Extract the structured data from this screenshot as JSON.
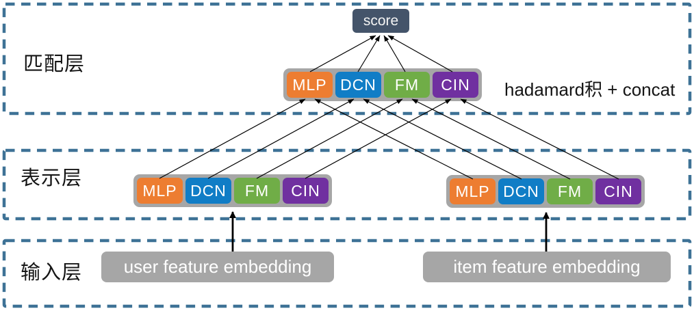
{
  "layers": {
    "matching": {
      "label": "匹配层"
    },
    "representation": {
      "label": "表示层"
    },
    "input": {
      "label": "输入层"
    }
  },
  "score": {
    "label": "score"
  },
  "annotation": {
    "text": "hadamard积 + concat"
  },
  "blocks": [
    "MLP",
    "DCN",
    "FM",
    "CIN"
  ],
  "embeddings": {
    "user": {
      "label": "user feature embedding"
    },
    "item": {
      "label": "item feature embedding"
    }
  },
  "colors": {
    "block_mlp": "#ED7D31",
    "block_dcn": "#107DC6",
    "block_fm": "#70AD47",
    "block_cin": "#7030A0",
    "score_bg": "#44546A",
    "group_bg": "#A6A6A6",
    "layer_border": "#3E7296",
    "arrow": "#000000"
  }
}
